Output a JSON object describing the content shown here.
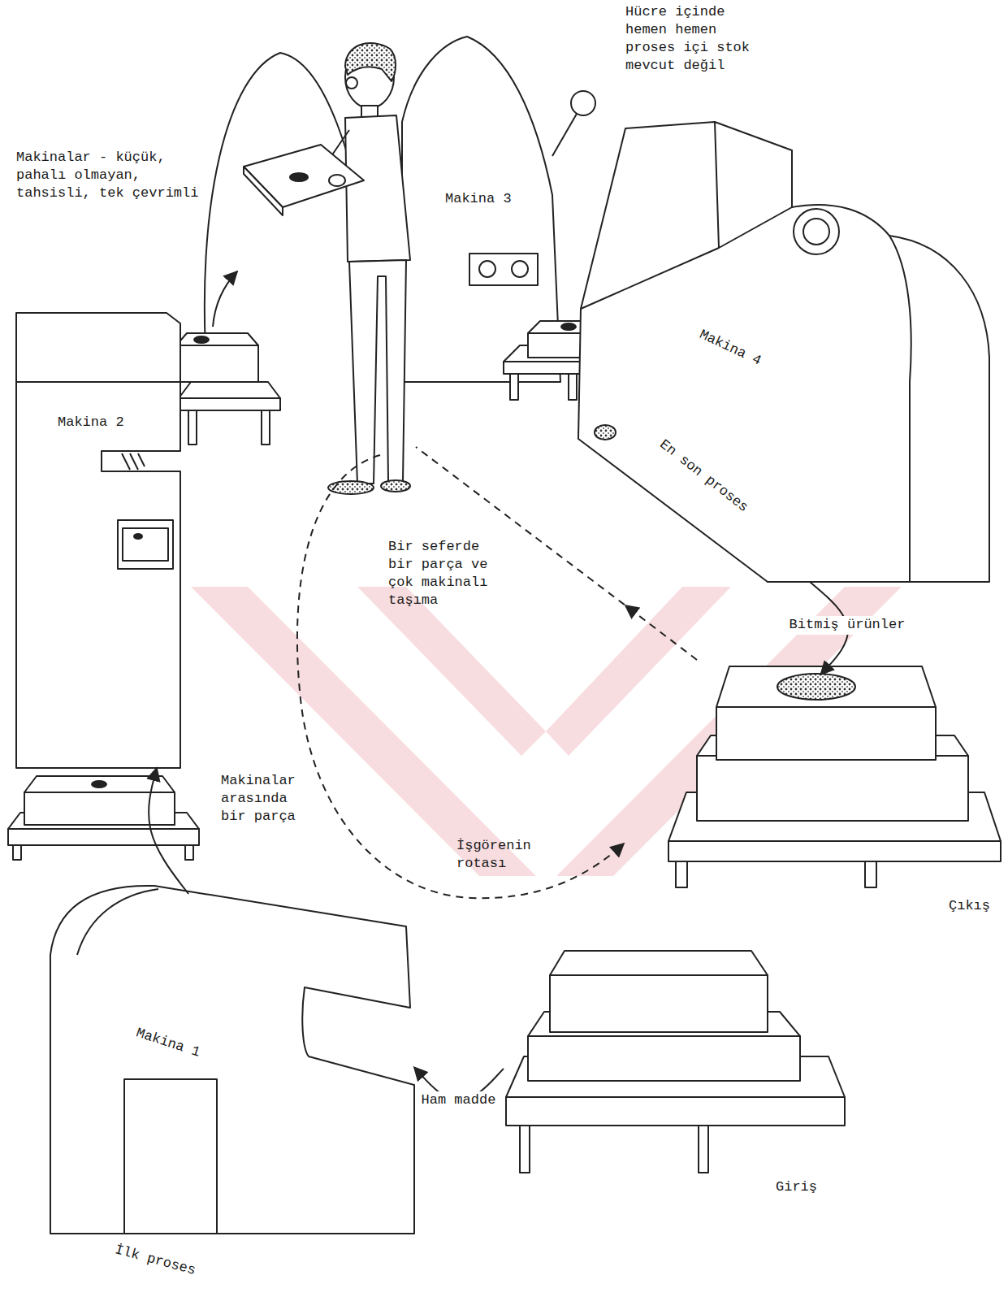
{
  "diagram": {
    "nodes": [
      {
        "text": [
          "Makina 3"
        ]
      },
      {
        "text": [
          "Makina 4"
        ]
      },
      {
        "text": [
          "Makina 2"
        ]
      },
      {
        "text": [
          "Çıkış"
        ]
      },
      {
        "text": [
          "Makina 1"
        ]
      },
      {
        "text": [
          "Giriş"
        ]
      }
    ],
    "edges": [
      {
        "from": 5,
        "to": 4,
        "arrow": "to",
        "label": "Ham madde"
      },
      {
        "from": 4,
        "to": 2,
        "arrow": "to"
      },
      {
        "from": 1,
        "to": 3,
        "arrow": "to",
        "label": "Bitmiş ürünler"
      }
    ],
    "labels": [
      "Hücre içinde hemen hemen proses içi stok mevcut değil",
      "Makinalar - küçük, pahalı olmayan, tahsisli, tek çevrimli",
      "En son proses",
      "Bir seferde bir parça ve çok makinalı taşıma",
      "Makinalar arasında bir parça",
      "İşgörenin rotası",
      "İlk proses"
    ]
  }
}
